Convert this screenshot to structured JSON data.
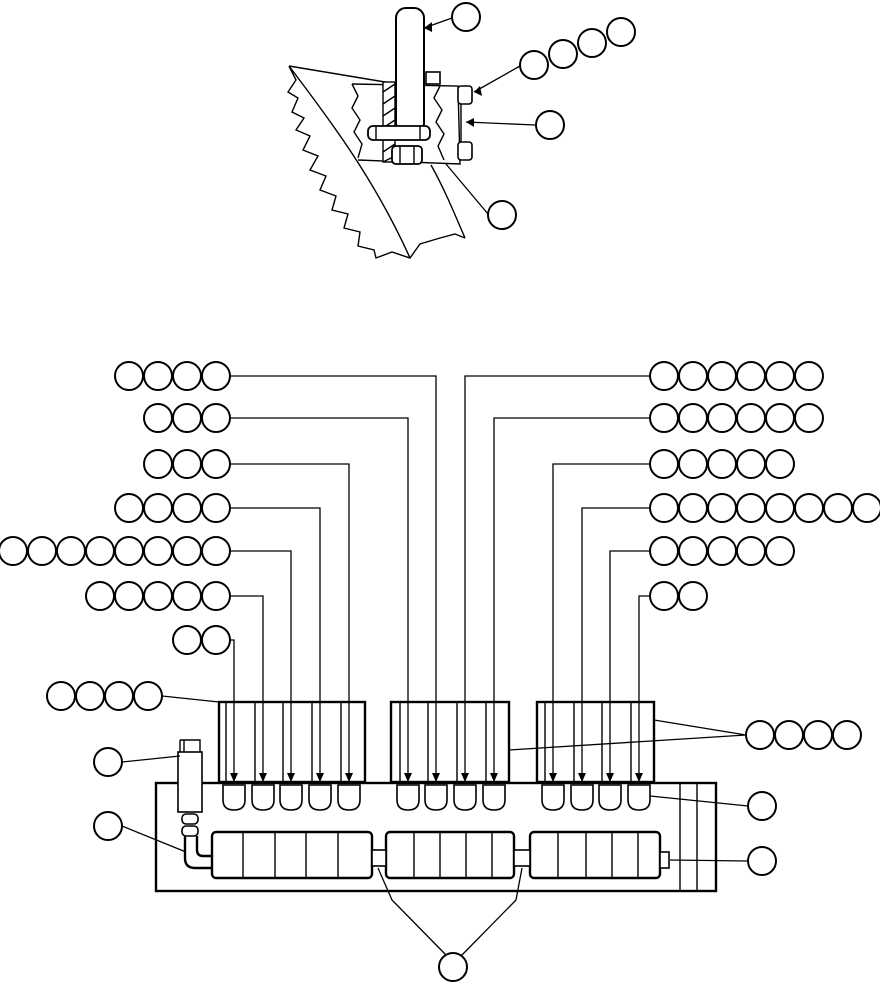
{
  "figure": {
    "kind": "parts-callout-diagram",
    "colors": {
      "line": "#000000",
      "background": "#ffffff"
    },
    "views": [
      "pump-mount-detail",
      "lubrication-manifold-assembly"
    ],
    "callouts": {
      "detail_view": [
        {
          "id": "pump-rod",
          "bubbles": 1
        },
        {
          "id": "mount-bolts",
          "bubbles": 4
        },
        {
          "id": "mount-plate",
          "bubbles": 1
        },
        {
          "id": "base-bracket",
          "bubbles": 1
        }
      ],
      "left_column": [
        {
          "id": "line-left-1",
          "bubbles": 4
        },
        {
          "id": "line-left-2",
          "bubbles": 3
        },
        {
          "id": "line-left-3",
          "bubbles": 3
        },
        {
          "id": "line-left-4",
          "bubbles": 4
        },
        {
          "id": "line-left-5",
          "bubbles": 8
        },
        {
          "id": "line-left-6",
          "bubbles": 5
        },
        {
          "id": "line-left-7",
          "bubbles": 2
        }
      ],
      "right_column": [
        {
          "id": "line-right-1",
          "bubbles": 6
        },
        {
          "id": "line-right-2",
          "bubbles": 6
        },
        {
          "id": "line-right-3",
          "bubbles": 5
        },
        {
          "id": "line-right-4",
          "bubbles": 8
        },
        {
          "id": "line-right-5",
          "bubbles": 5
        },
        {
          "id": "line-right-6",
          "bubbles": 2
        }
      ],
      "misc": [
        {
          "id": "block-cover",
          "bubbles": 4
        },
        {
          "id": "cover-right",
          "bubbles": 4
        },
        {
          "id": "pressure-line",
          "bubbles": 1
        },
        {
          "id": "inlet-elbow",
          "bubbles": 1
        },
        {
          "id": "fitting-caps",
          "bubbles": 1
        },
        {
          "id": "end-plug",
          "bubbles": 1
        },
        {
          "id": "block-connectors",
          "bubbles": 1
        }
      ]
    }
  }
}
